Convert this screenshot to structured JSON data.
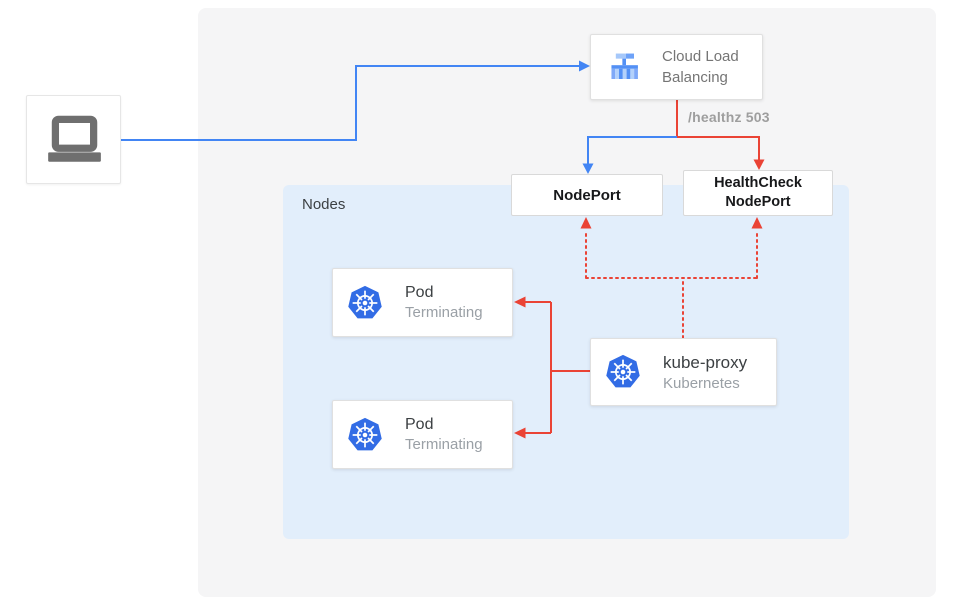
{
  "client": {
    "icon": "laptop-icon"
  },
  "cloud_load_balancing": {
    "label": "Cloud Load Balancing",
    "icon": "cloud-load-balancing-icon"
  },
  "health_check_label": "/healthz 503",
  "nodes_group": {
    "label": "Nodes"
  },
  "nodeport": {
    "label": "NodePort"
  },
  "healthcheck_nodeport": {
    "label_line1": "HealthCheck",
    "label_line2": "NodePort"
  },
  "pods": [
    {
      "title": "Pod",
      "status": "Terminating",
      "icon": "kubernetes-icon"
    },
    {
      "title": "Pod",
      "status": "Terminating",
      "icon": "kubernetes-icon"
    }
  ],
  "kube_proxy": {
    "title": "kube-proxy",
    "subtitle": "Kubernetes",
    "icon": "kubernetes-icon"
  },
  "colors": {
    "traffic_blue": "#4285f4",
    "health_check_red": "#ea4335",
    "kubernetes_blue": "#326ce5",
    "nodes_background": "#e2eefb",
    "panel_background": "#f5f5f6",
    "icon_gray": "#6f6f6f"
  }
}
